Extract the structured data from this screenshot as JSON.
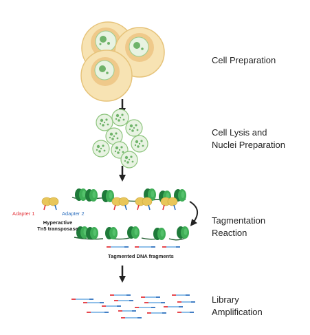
{
  "steps": {
    "cell_preparation": "Cell Preparation",
    "lysis_line1": "Cell Lysis and",
    "lysis_line2": "Nuclei Preparation",
    "tagmentation_line1": "Tagmentation",
    "tagmentation_line2": "Reaction",
    "library_line1": "Library",
    "library_line2": "Amplification"
  },
  "labels": {
    "adapter1": "Adapter 1",
    "adapter2": "Adapter 2",
    "transposase_line1": "Hyperactive",
    "transposase_line2": "Tn5 transposase",
    "fragments": "Tagmented DNA fragments"
  },
  "colors": {
    "cell_outer": "#f7e3b3",
    "cell_cytoplasm": "#efc98a",
    "nucleus": "#e8f3e2",
    "chromatin_dot": "#6fb36a",
    "nucleosome_dark": "#1f7a3a",
    "nucleosome_light": "#3fae57",
    "transposase": "#e8c65a",
    "adapter1": "#e3343a",
    "adapter2": "#2c6fbe",
    "arrow": "#222222"
  }
}
